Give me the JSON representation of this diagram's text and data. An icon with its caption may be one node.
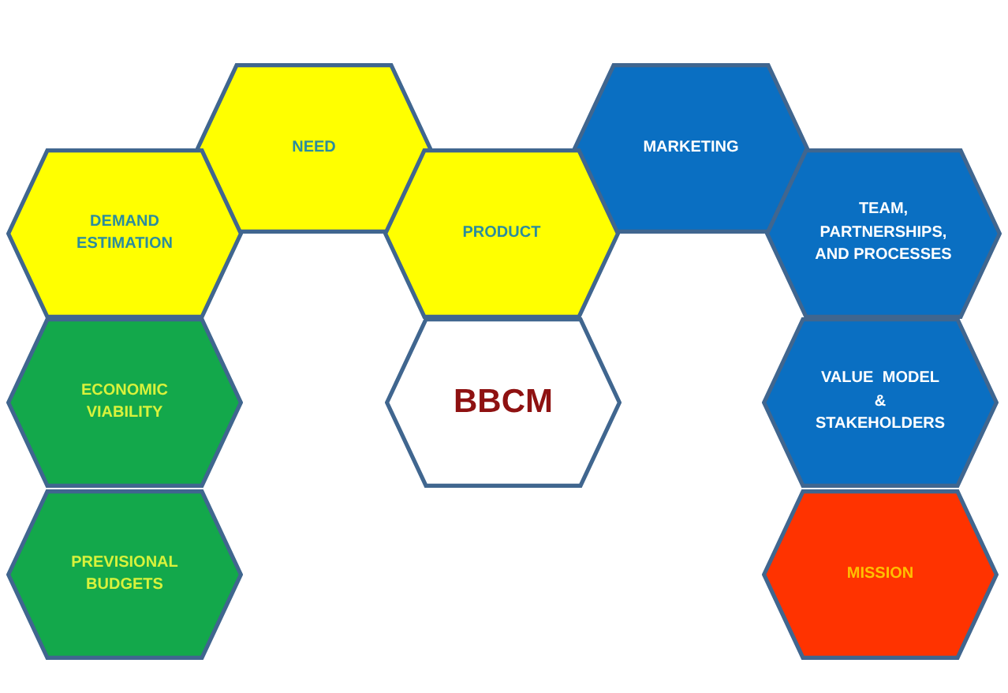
{
  "diagram": {
    "nodes": [
      {
        "text": [
          "NEED"
        ]
      },
      {
        "text": [
          "MARKETING"
        ]
      },
      {
        "text": [
          "DEMAND ESTIMATION"
        ]
      },
      {
        "text": [
          "PRODUCT"
        ]
      },
      {
        "text": [
          "TEAM, PARTNERSHIPS, AND PROCESSES"
        ]
      },
      {
        "text": [
          "ECONOMIC VIABILITY"
        ]
      },
      {
        "text": [
          "BBCM"
        ]
      },
      {
        "text": [
          "VALUE MODEL & STAKEHOLDERS"
        ]
      },
      {
        "text": [
          "PREVISIONAL BUDGETS"
        ]
      },
      {
        "text": [
          "MISSION"
        ]
      }
    ]
  }
}
